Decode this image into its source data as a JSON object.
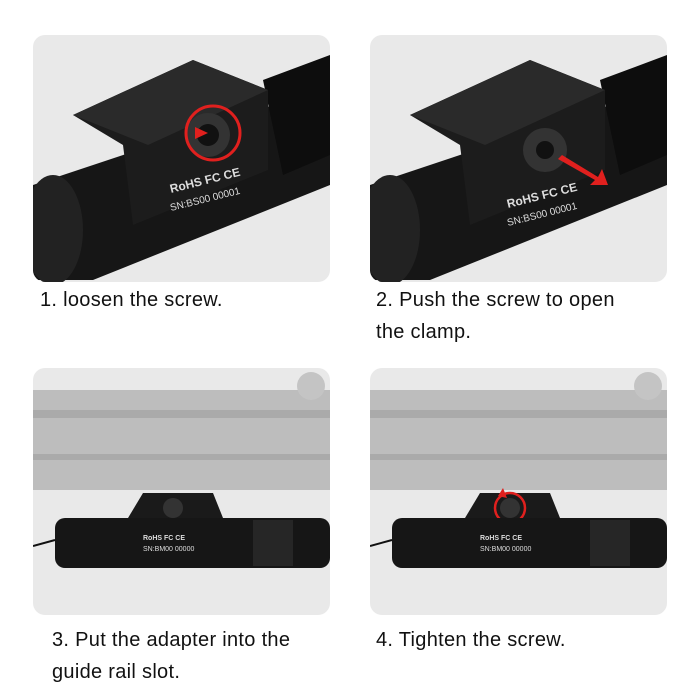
{
  "steps": [
    {
      "caption": "1. loosen the screw.",
      "marking": "RoHS FC CE",
      "serial": "SN:BS00 00001"
    },
    {
      "caption": "2. Push the screw to open the clamp.",
      "caption_line1": "2. Push the screw to open",
      "caption_line2": "the clamp.",
      "marking": "RoHS FC CE",
      "serial": "SN:BS00 00001"
    },
    {
      "caption": "3. Put the adapter into the guide rail slot.",
      "caption_line1": "3. Put the adapter into the",
      "caption_line2": "guide rail slot.",
      "marking": "RoHS FC CE",
      "serial": "SN:BM00 00000"
    },
    {
      "caption": "4. Tighten the screw.",
      "marking": "RoHS FC CE",
      "serial": "SN:BM00 00000"
    }
  ],
  "colors": {
    "panel": "#e9e9e9",
    "device": "#151515",
    "arrow": "#e0201e",
    "rail": "#b9b9b9"
  }
}
